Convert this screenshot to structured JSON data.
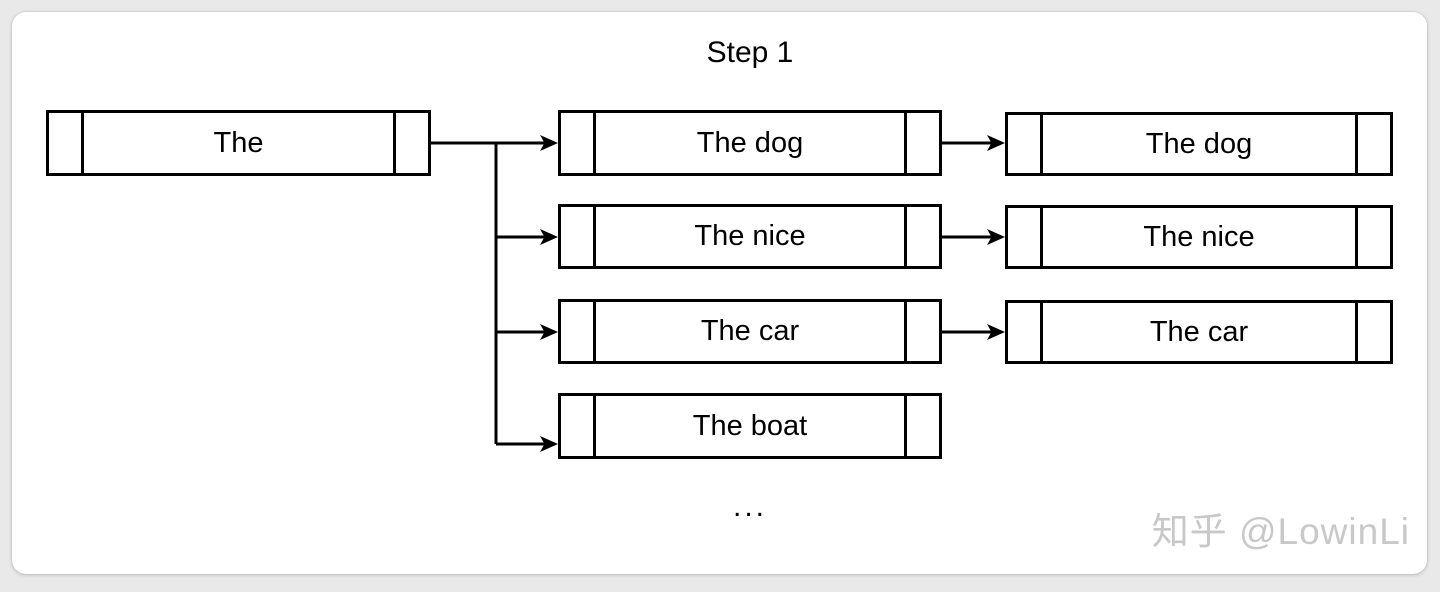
{
  "page": {
    "background_color": "#e9e9e9",
    "card_color": "#ffffff",
    "stroke_color": "#000000"
  },
  "diagram": {
    "title": "Step 1",
    "ellipsis": "...",
    "root": {
      "label": "The"
    },
    "candidates": [
      {
        "label": "The dog"
      },
      {
        "label": "The nice"
      },
      {
        "label": "The car"
      },
      {
        "label": "The boat"
      }
    ],
    "selected": [
      {
        "label": "The dog"
      },
      {
        "label": "The nice"
      },
      {
        "label": "The car"
      }
    ]
  },
  "watermark": {
    "text": "知乎 @LowinLi",
    "color": "#c8c8c8"
  }
}
